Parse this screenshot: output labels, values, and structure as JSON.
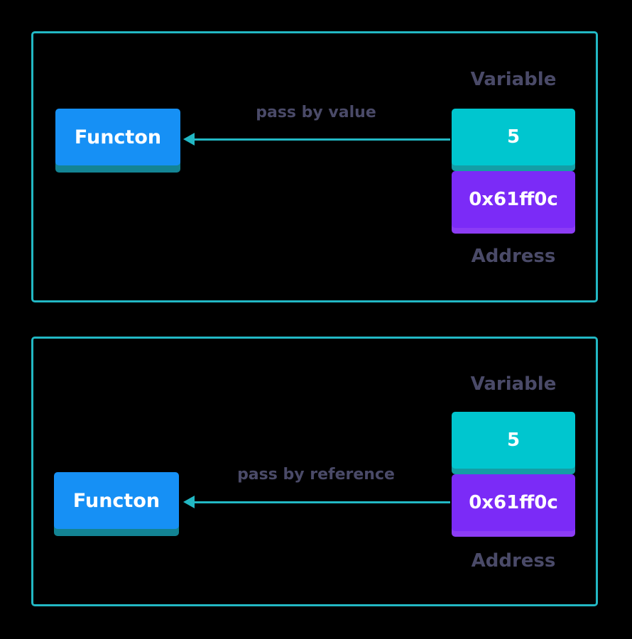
{
  "colors": {
    "background": "#000000",
    "frame": "#22b8c4",
    "function_box": "#1690f5",
    "value_box": "#00c6cf",
    "address_box": "#7b2bf7",
    "caption_text": "#4a4a68"
  },
  "panels": [
    {
      "function_label": "Functon",
      "arrow_label": "pass by value",
      "variable_caption": "Variable",
      "value": "5",
      "address": "0x61ff0c",
      "address_caption": "Address"
    },
    {
      "function_label": "Functon",
      "arrow_label": "pass by reference",
      "variable_caption": "Variable",
      "value": "5",
      "address": "0x61ff0c",
      "address_caption": "Address"
    }
  ]
}
